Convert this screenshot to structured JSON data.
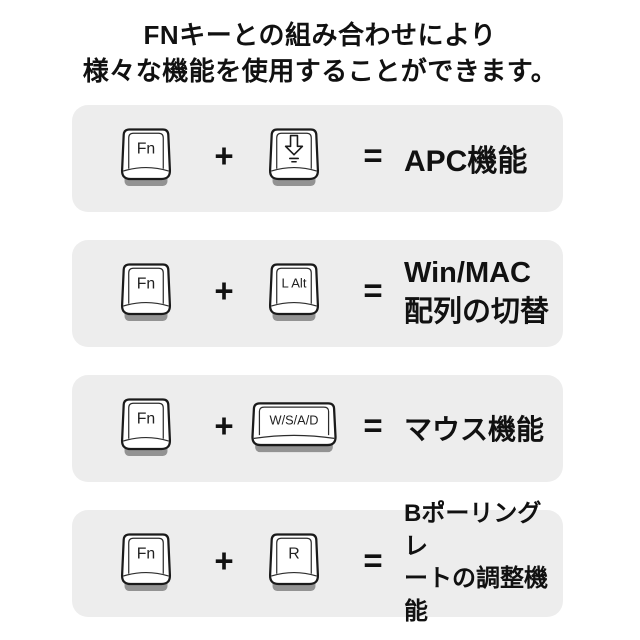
{
  "title": {
    "line1": "FNキーとの組み合わせにより",
    "line2": "様々な機能を使用することができます。"
  },
  "operators": {
    "plus": "+",
    "equals": "="
  },
  "colors": {
    "page_bg": "#ffffff",
    "card_bg": "#ededed",
    "key_fill": "#ffffff",
    "key_outline": "#1a1a1a",
    "key_shadow": "#939393",
    "text": "#111111"
  },
  "rows": [
    {
      "key1_label": "Fn",
      "key2_icon": "apc-down-arrow-icon",
      "result_lines": [
        "APC機能"
      ]
    },
    {
      "key1_label": "Fn",
      "key2_label": "L Alt",
      "result_lines": [
        "Win/MAC",
        "配列の切替"
      ]
    },
    {
      "key1_label": "Fn",
      "key2_label": "W/S/A/D",
      "result_lines": [
        "マウス機能"
      ]
    },
    {
      "key1_label": "Fn",
      "key2_label": "R",
      "result_lines": [
        "Bポーリングレ",
        "ートの調整機能"
      ]
    }
  ]
}
